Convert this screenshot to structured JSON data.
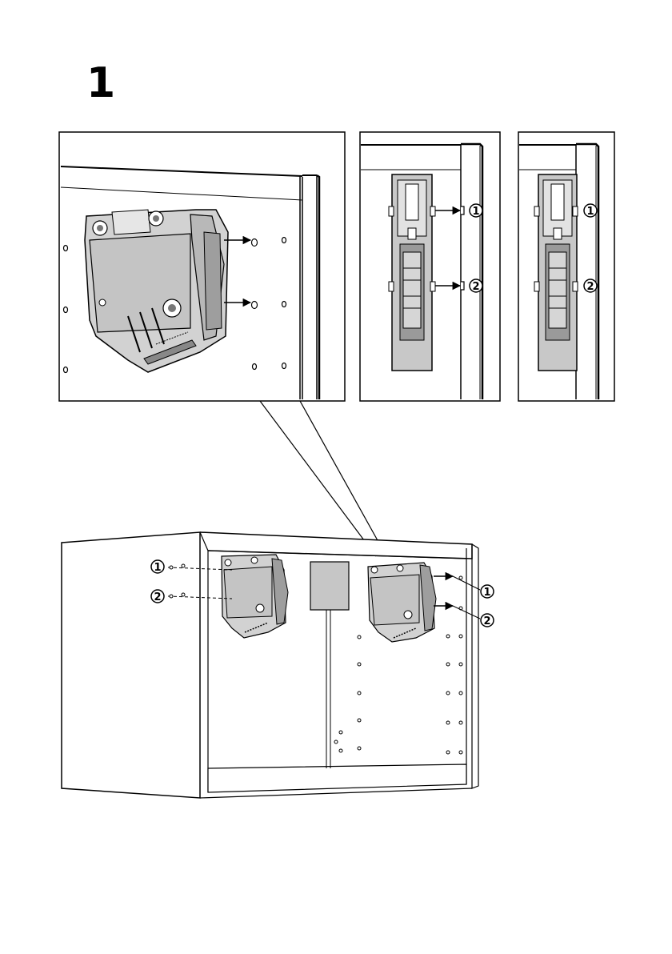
{
  "step": {
    "number": "1"
  },
  "callouts": {
    "one": "1",
    "two": "2"
  },
  "colors": {
    "line": "#000000",
    "mechanism_fill": "#c8c8c8",
    "mechanism_dark": "#9a9a9a",
    "background": "#ffffff"
  }
}
